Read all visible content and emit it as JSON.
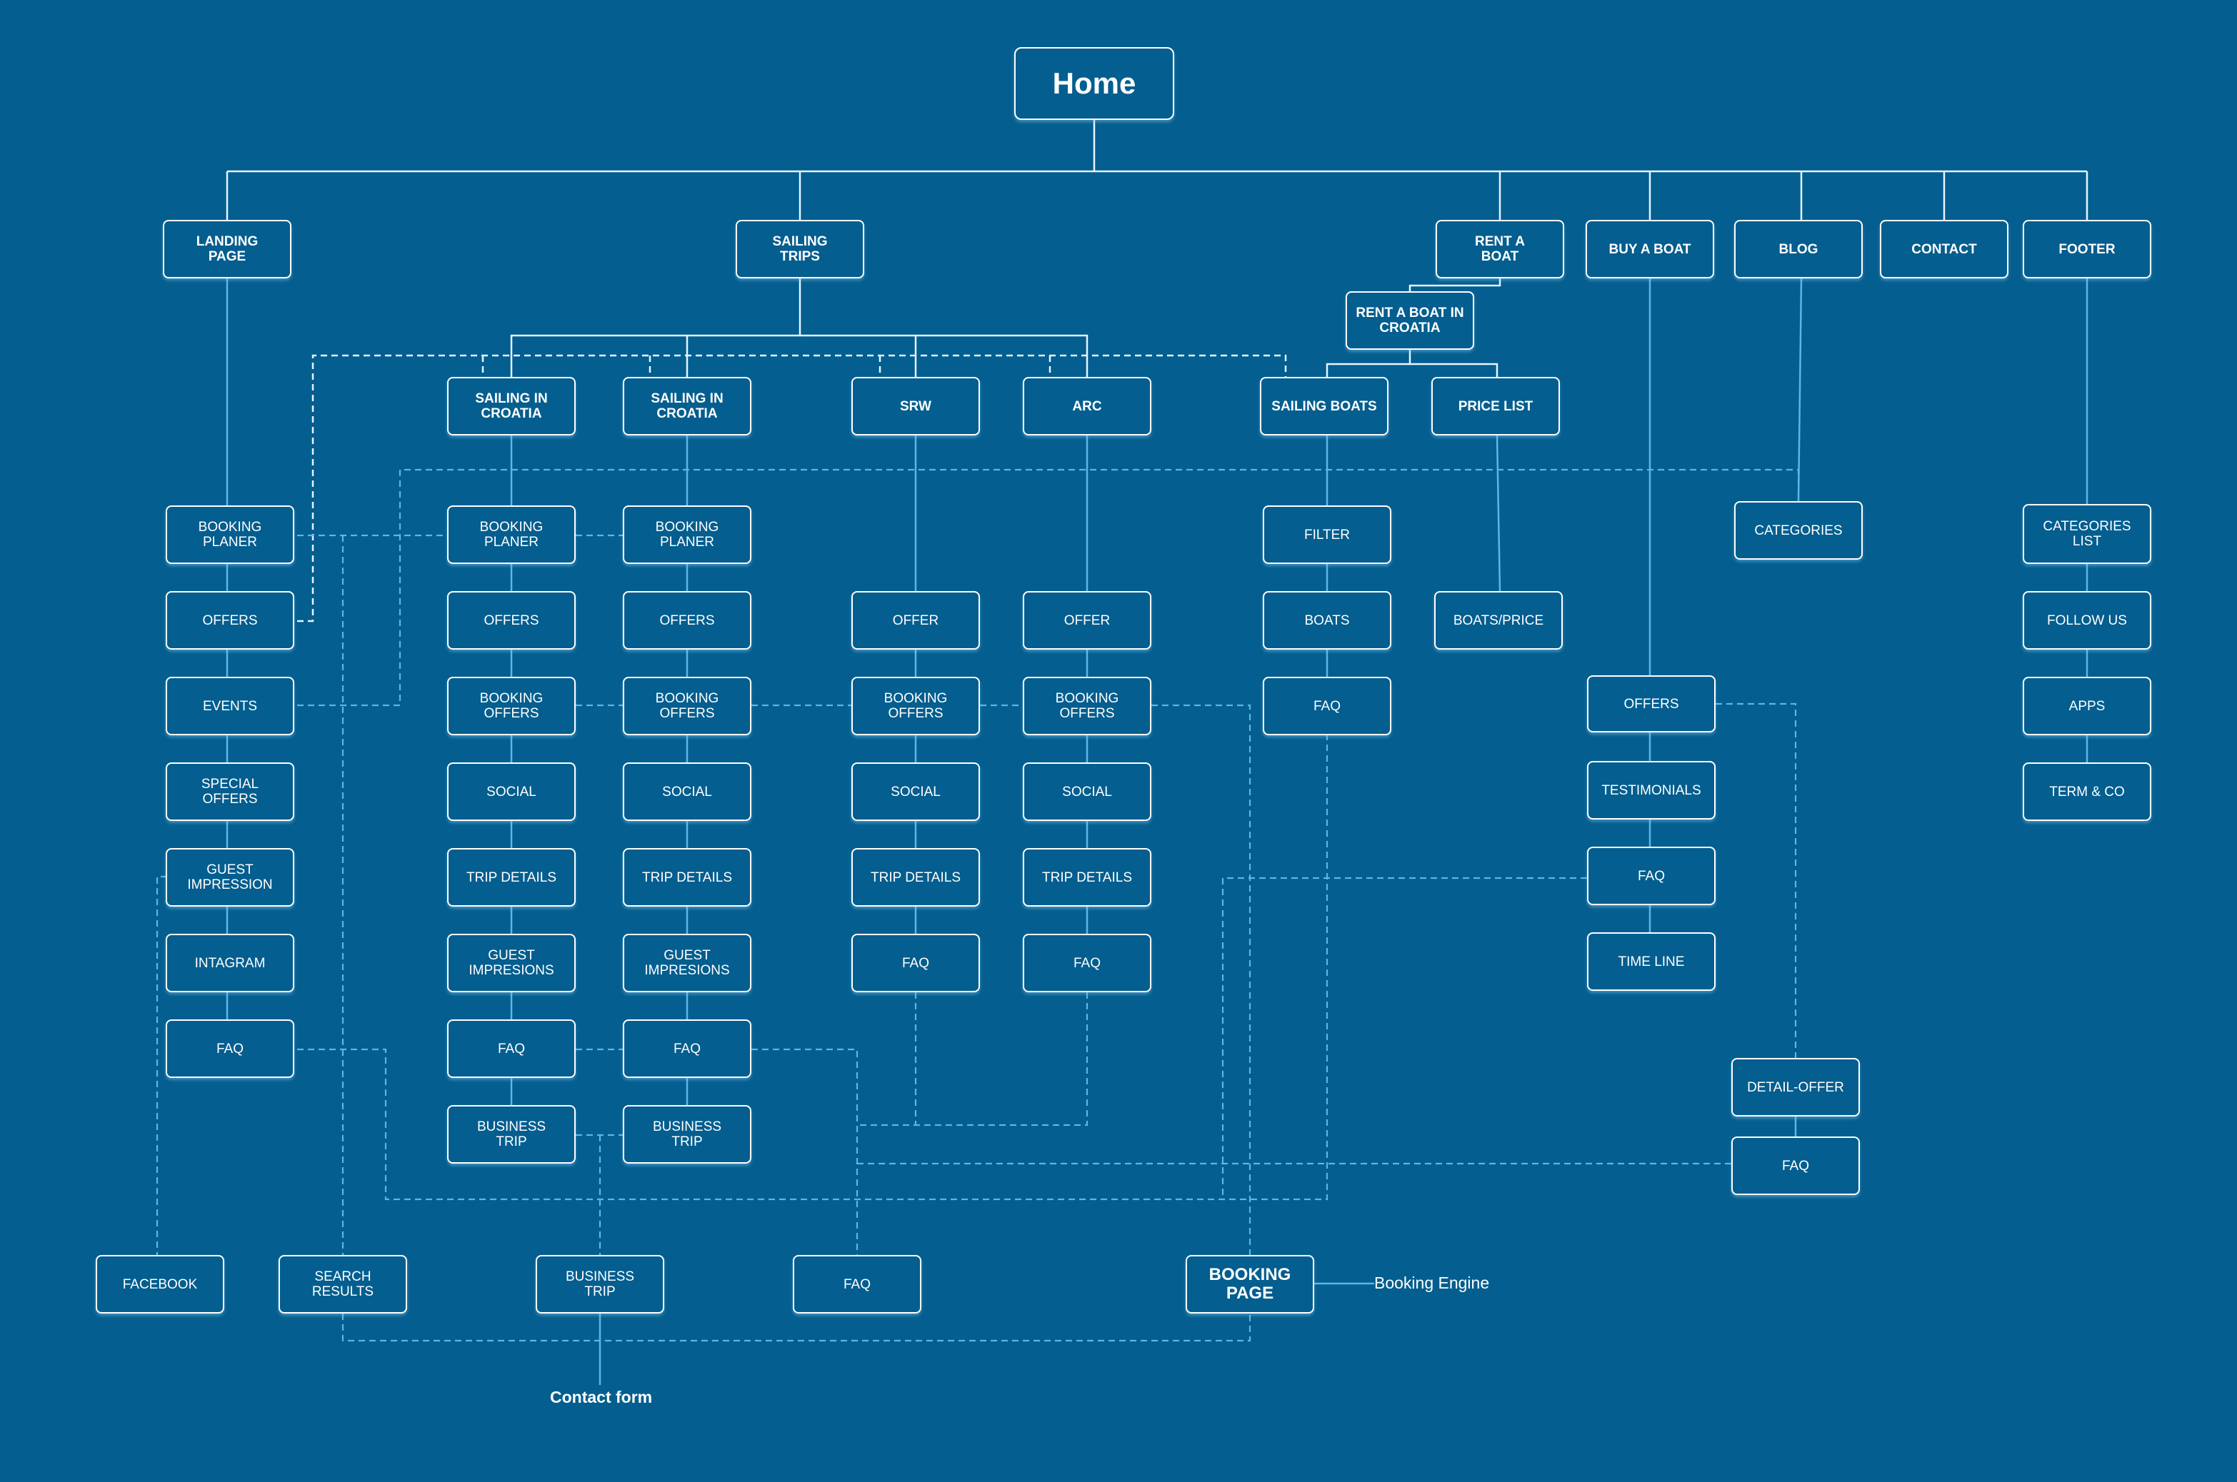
{
  "nodes": {
    "home": "Home",
    "landing_page": "LANDING\nPAGE",
    "sailing_trips": "SAILING\nTRIPS",
    "rent_a_boat": "RENT A\nBOAT",
    "buy_a_boat": "BUY A BOAT",
    "blog": "BLOG",
    "contact": "CONTACT",
    "footer": "FOOTER",
    "rent_in_croatia": "RENT A BOAT IN\nCROATIA",
    "sailing_croatia_1": "SAILING IN\nCROATIA",
    "sailing_croatia_2": "SAILING IN\nCROATIA",
    "srw": "SRW",
    "arc": "ARC",
    "sailing_boats": "SAILING BOATS",
    "price_list": "PRICE LIST",
    "lp_booking_planer": "BOOKING\nPLANER",
    "lp_offers": "OFFERS",
    "lp_events": "EVENTS",
    "lp_special_offers": "SPECIAL\nOFFERS",
    "lp_guest_impression": "GUEST\nIMPRESSION",
    "lp_intagram": "INTAGRAM",
    "lp_faq": "FAQ",
    "sc1_booking_planer": "BOOKING\nPLANER",
    "sc1_offers": "OFFERS",
    "sc1_booking_offers": "BOOKING\nOFFERS",
    "sc1_social": "SOCIAL",
    "sc1_trip_details": "TRIP DETAILS",
    "sc1_guest_impresions": "GUEST\nIMPRESIONS",
    "sc1_faq": "FAQ",
    "sc1_business_trip": "BUSINESS\nTRIP",
    "sc2_booking_planer": "BOOKING\nPLANER",
    "sc2_offers": "OFFERS",
    "sc2_booking_offers": "BOOKING\nOFFERS",
    "sc2_social": "SOCIAL",
    "sc2_trip_details": "TRIP DETAILS",
    "sc2_guest_impresions": "GUEST\nIMPRESIONS",
    "sc2_faq": "FAQ",
    "sc2_business_trip": "BUSINESS\nTRIP",
    "srw_offer": "OFFER",
    "srw_booking_offers": "BOOKING\nOFFERS",
    "srw_social": "SOCIAL",
    "srw_trip_details": "TRIP DETAILS",
    "srw_faq": "FAQ",
    "arc_offer": "OFFER",
    "arc_booking_offers": "BOOKING\nOFFERS",
    "arc_social": "SOCIAL",
    "arc_trip_details": "TRIP DETAILS",
    "arc_faq": "FAQ",
    "sb_filter": "FILTER",
    "sb_boats": "BOATS",
    "sb_faq": "FAQ",
    "pl_boats_price": "BOATS/PRICE",
    "buy_offers": "OFFERS",
    "buy_testimonials": "TESTIMONIALS",
    "buy_faq": "FAQ",
    "buy_time_line": "TIME LINE",
    "blog_categories": "CATEGORIES",
    "detail_offer": "DETAIL-OFFER",
    "detail_faq": "FAQ",
    "f_categories_list": "CATEGORIES\nLIST",
    "f_follow_us": "FOLLOW US",
    "f_apps": "APPS",
    "f_term_co": "TERM & CO",
    "facebook": "FACEBOOK",
    "search_results": "SEARCH\nRESULTS",
    "business_trip": "BUSINESS\nTRIP",
    "faq_bottom": "FAQ",
    "booking_page": "BOOKING\nPAGE"
  },
  "captions": {
    "booking_engine": "Booking Engine",
    "contact_form": "Contact form"
  },
  "colors": {
    "background": "#045e8f",
    "box_border": "#ffffff",
    "connector": "#5ab7ea",
    "text": "#ffffff"
  }
}
